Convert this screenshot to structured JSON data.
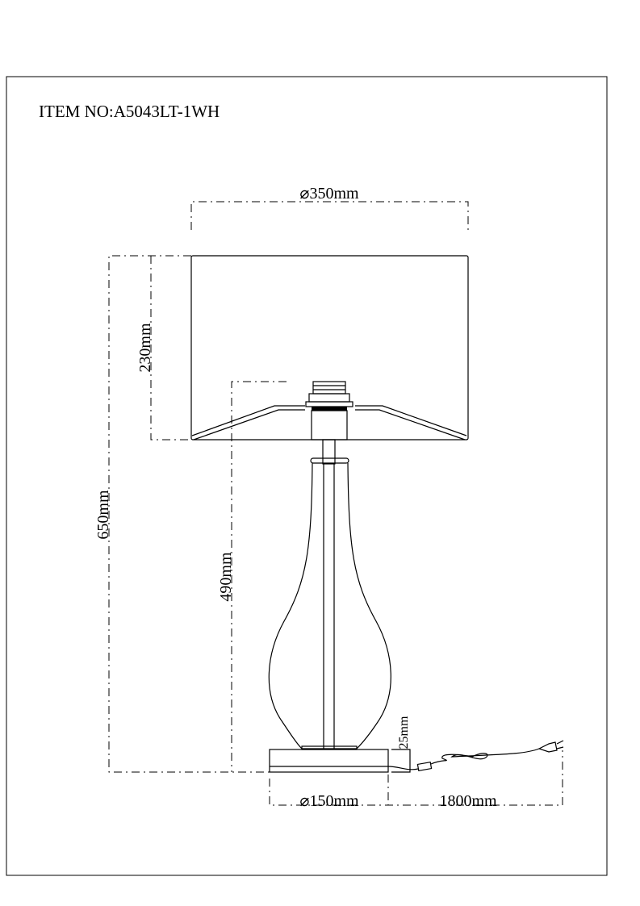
{
  "title": "ITEM NO:A5043LT-1WH",
  "dimensions": {
    "shade_diameter": "⌀350mm",
    "shade_height": "230mm",
    "total_height": "650mm",
    "base_to_socket_height": "490mm",
    "base_height": "25mm",
    "base_diameter": "⌀150mm",
    "cord_length": "1800mm"
  }
}
